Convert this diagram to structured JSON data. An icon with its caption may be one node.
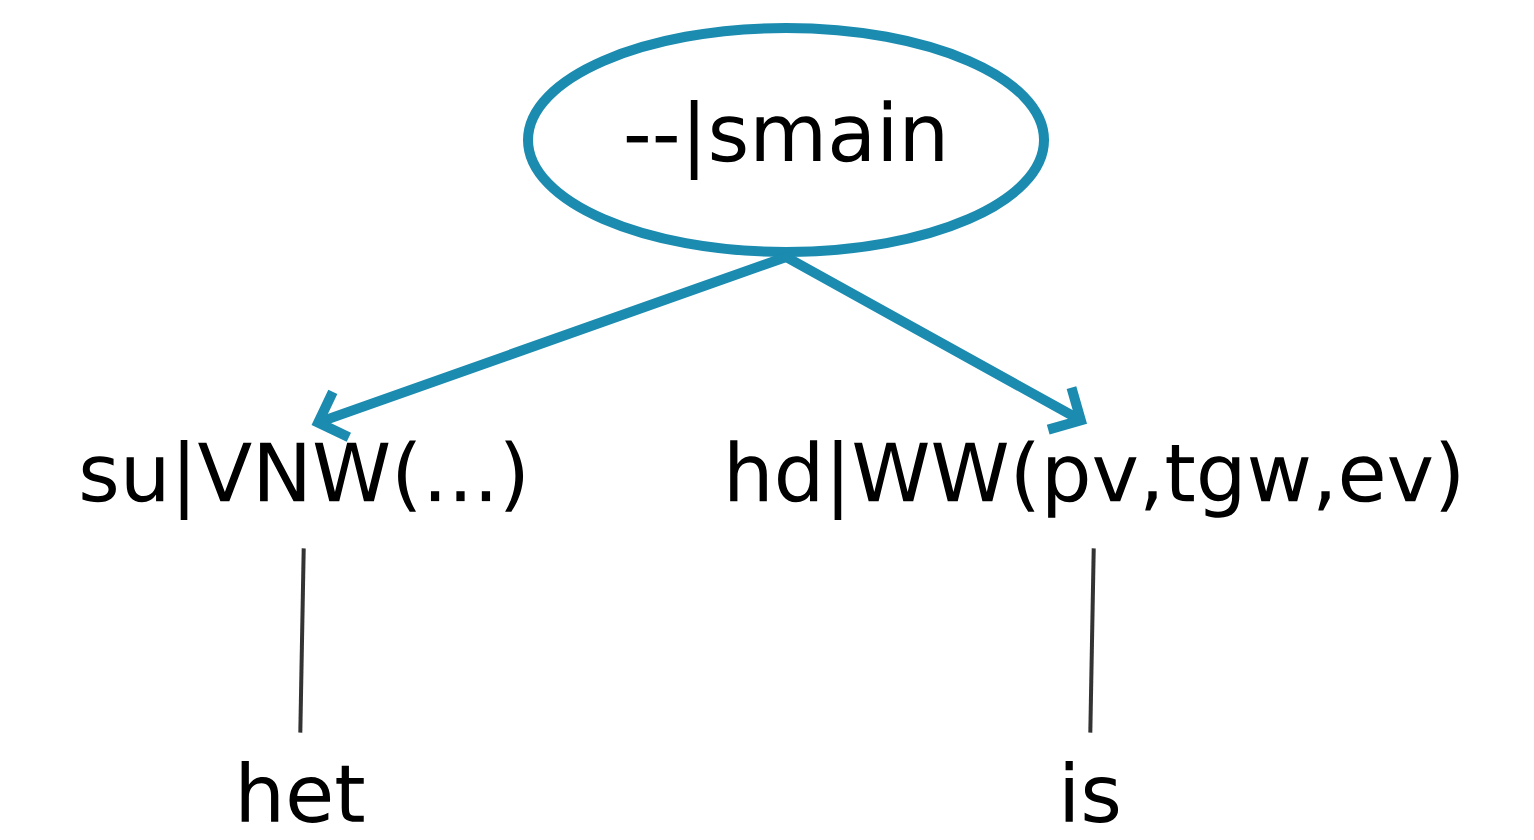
{
  "diagram": {
    "nodes": [
      {
        "text": [
          "--|smain"
        ]
      },
      {
        "text": [
          "su|VNW(...)"
        ]
      },
      {
        "text": [
          "hd|WW(pv,tgw,ev)"
        ]
      },
      {
        "text": [
          "het"
        ]
      },
      {
        "text": [
          "is"
        ]
      }
    ],
    "edges": [
      {
        "from": 0,
        "to": 1,
        "arrow": "to",
        "style": "thick",
        "color": "#1b8bb0"
      },
      {
        "from": 0,
        "to": 2,
        "arrow": "to",
        "style": "thick",
        "color": "#1b8bb0"
      },
      {
        "from": 1,
        "to": 3,
        "arrow": "none",
        "color": "#333333"
      },
      {
        "from": 2,
        "to": 4,
        "arrow": "none",
        "color": "#333333"
      }
    ]
  }
}
